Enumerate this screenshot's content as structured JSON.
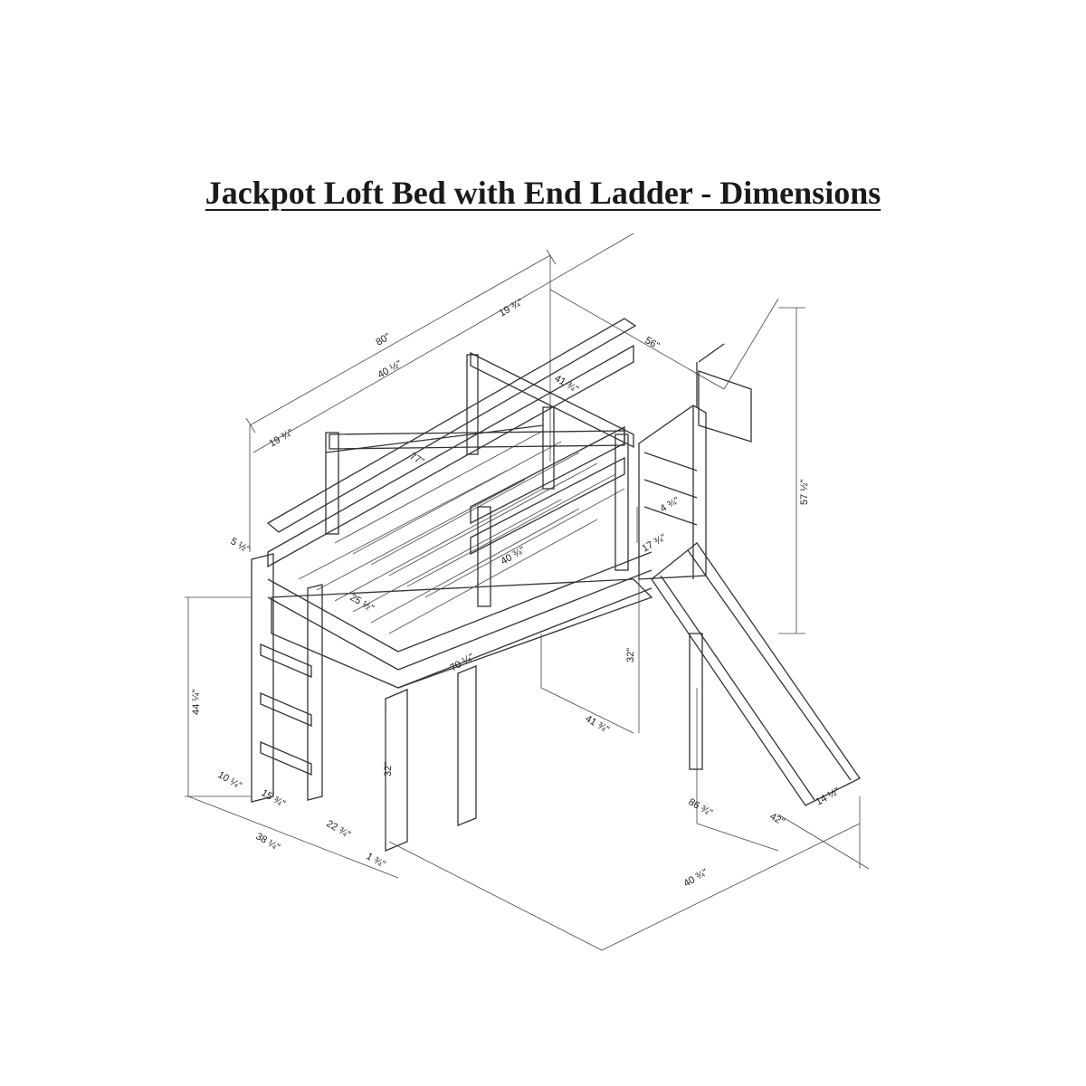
{
  "title": "Jackpot Loft Bed with End Ladder - Dimensions",
  "dimensions": {
    "overall_length": "80\"",
    "bed_length_left": "40 ½\"",
    "bed_length_right": "41 ¾\"",
    "left_segment": "19 ¾\"",
    "right_segment": "19 ¾\"",
    "width_top": "56\"",
    "inner_length": "77\"",
    "post_top": "5 ½\"",
    "mattress_width": "25 ½\"",
    "guard_length": "40 ¾\"",
    "side_rail": "70 ¼\"",
    "platform_height": "32\"",
    "slide_run": "41 ¾\"",
    "tower_height": "57 ½\"",
    "tower_width": "4 ¾\"",
    "tower_step": "17 ¾\"",
    "under_clearance": "32\"",
    "total_height": "44 ¼\"",
    "ladder_a": "10 ¼\"",
    "ladder_b": "15 ¾\"",
    "ladder_total": "38 ¼\"",
    "ladder_c": "22 ¾\"",
    "ladder_d": "1 ¾\"",
    "slide_length": "86 ¾\"",
    "slide_offset": "42\"",
    "slide_width": "14 ½\"",
    "overall_width": "40 ¾\""
  }
}
